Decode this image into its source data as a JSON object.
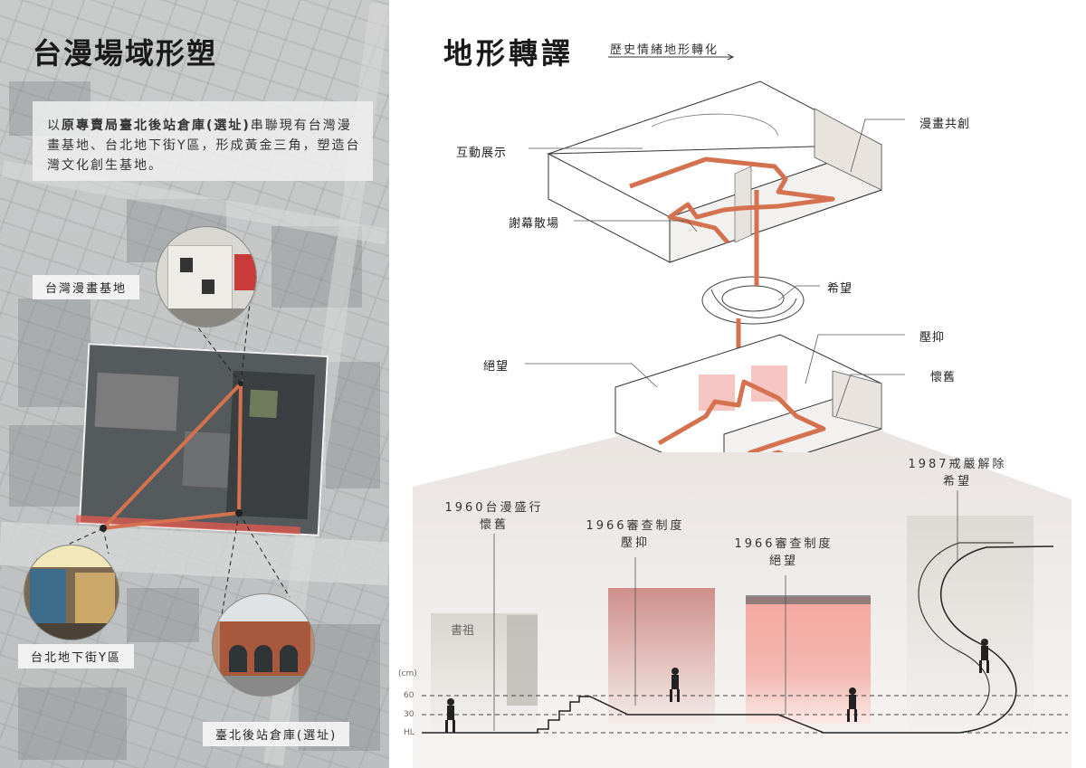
{
  "left": {
    "title": "台漫場域形塑",
    "intro": {
      "part1": "以",
      "bold": "原專賣局臺北後站倉庫(選址)",
      "part2": "串聯現有台灣漫畫基地、台北地下街Y區，形成黃金三角，塑造台灣文化創生基地。"
    },
    "labels": {
      "comic_base": "台灣漫畫基地",
      "underground_y": "台北地下街Y區",
      "warehouse": "臺北後站倉庫(選址)"
    }
  },
  "right": {
    "title": "地形轉譯",
    "subtitle": "歷史情緒地形轉化",
    "annotations": {
      "interactive": "互動展示",
      "co_creation": "漫畫共創",
      "curtain": "謝幕散場",
      "hope": "希望",
      "despair": "絕望",
      "oppression": "壓抑",
      "nostalgia": "懷舊"
    },
    "sections": [
      {
        "year": "1960台漫盛行",
        "emotion": "懷舊"
      },
      {
        "year": "1966審查制度",
        "emotion": "壓抑"
      },
      {
        "year": "1966審查制度",
        "emotion": "絕望"
      },
      {
        "year": "1987戒嚴解除",
        "emotion": "希望"
      }
    ],
    "axis": {
      "unit": "(cm)",
      "level60": "60",
      "level30": "30",
      "hl": "HL"
    },
    "signage": "書祖"
  },
  "colors": {
    "route": "#d4724f",
    "accent_red": "#e9483f"
  }
}
